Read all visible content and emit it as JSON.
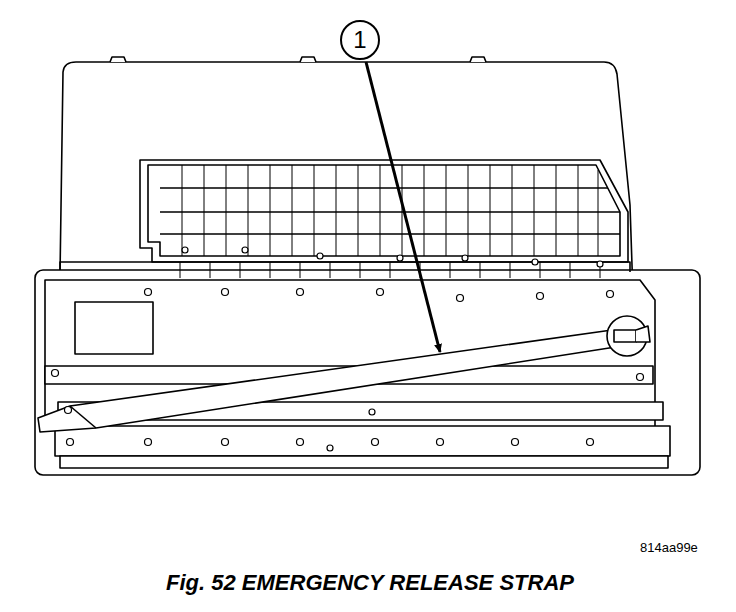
{
  "diagram": {
    "caption": "Fig. 52 EMERGENCY RELEASE STRAP",
    "nodes": [
      {
        "text": [
          "1"
        ]
      }
    ],
    "labels": [
      "814aa99e"
    ]
  }
}
